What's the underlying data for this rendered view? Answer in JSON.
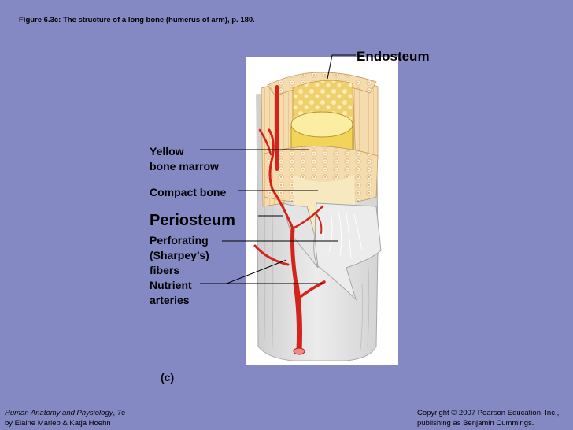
{
  "figure_title": "Figure 6.3c:  The structure of a long bone (humerus of arm), p. 180.",
  "labels": {
    "endosteum": "Endosteum",
    "yellow_marrow": [
      "Yellow",
      "bone marrow"
    ],
    "compact_bone": "Compact bone",
    "periosteum": "Periosteum",
    "perforating_fibers": [
      "Perforating",
      "(Sharpey’s)",
      "fibers"
    ],
    "nutrient_arteries": [
      "Nutrient",
      "arteries"
    ]
  },
  "panel_label": "(c)",
  "footer": {
    "book_title": "Human Anatomy and Physiology",
    "edition": ", 7e",
    "authors": "by Elaine Marieb & Katja Hoehn",
    "copyright": "Copyright © 2007 Pearson Education, Inc.,",
    "publisher": "publishing as Benjamin Cummings."
  },
  "colors": {
    "background": "#8489c4",
    "panel": "#ffffff",
    "periosteum": "#d9d9d9",
    "compact_bone": "#f3d6a6",
    "spongy_bone": "#f4e08a",
    "yellow_marrow": "#f7e37a",
    "artery": "#d4231c",
    "leader_line": "#000000"
  }
}
